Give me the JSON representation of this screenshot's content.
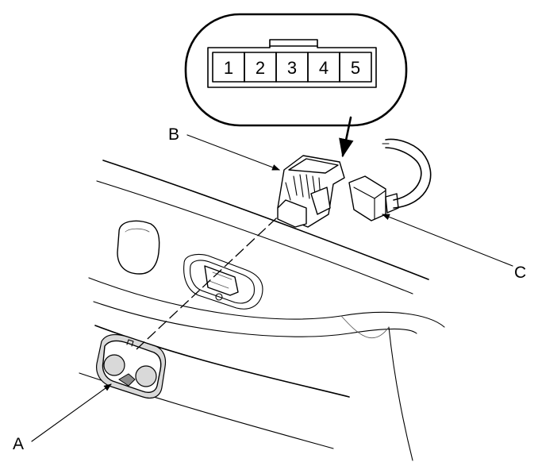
{
  "connector_pinout": {
    "pins": [
      "1",
      "2",
      "3",
      "4",
      "5"
    ]
  },
  "callouts": {
    "a": "A",
    "b": "B",
    "c": "C"
  },
  "colors": {
    "line": "#000000",
    "background": "#ffffff"
  }
}
